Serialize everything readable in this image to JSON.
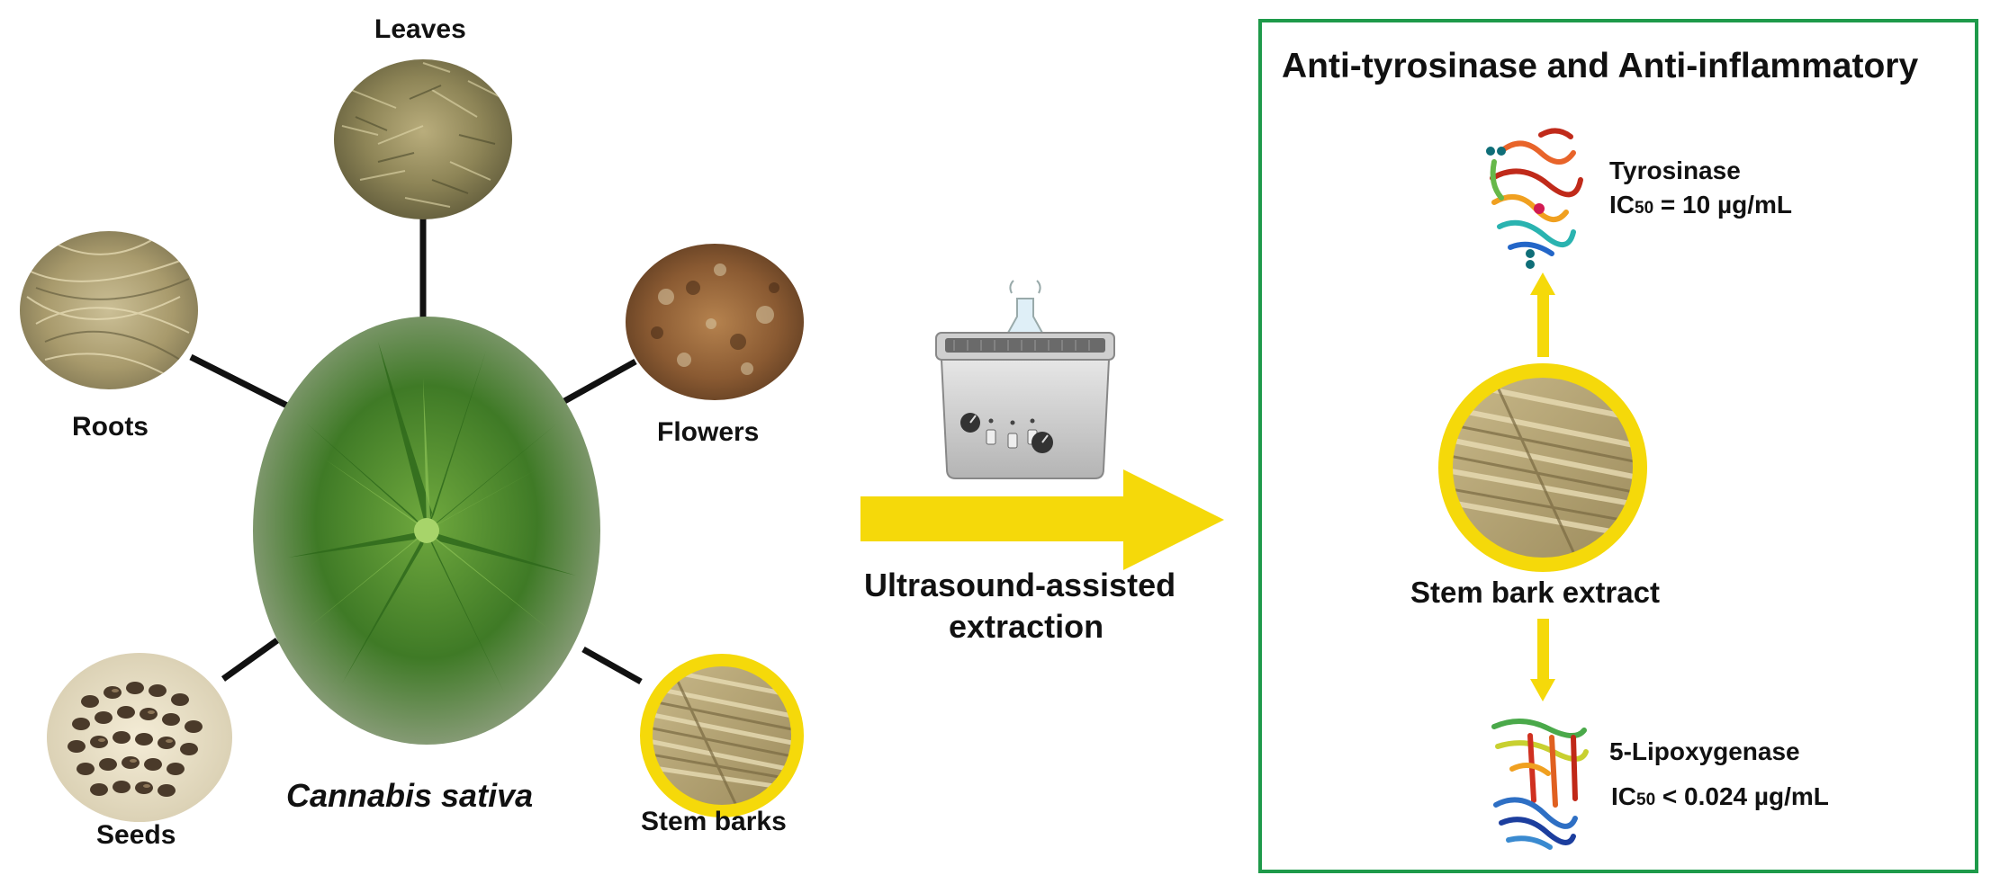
{
  "left": {
    "center_label": "Cannabis sativa",
    "parts": {
      "leaves": "Leaves",
      "roots": "Roots",
      "flowers": "Flowers",
      "seeds": "Seeds",
      "stem_barks": "Stem barks"
    }
  },
  "middle": {
    "process_line1": "Ultrasound-assisted",
    "process_line2": "extraction"
  },
  "right": {
    "title": "Anti-tyrosinase and Anti-inflammatory",
    "extract_label": "Stem bark extract",
    "tyrosinase": {
      "name": "Tyrosinase",
      "ic_prefix": "IC",
      "ic_sub": "50",
      "ic_value": " = 10 µg/mL"
    },
    "lipoxygenase": {
      "name": "5-Lipoxygenase",
      "ic_prefix": "IC",
      "ic_sub": "50",
      "ic_value": " < 0.024 µg/mL"
    }
  },
  "colors": {
    "accent_yellow": "#f5d90a",
    "panel_border": "#1e9a4a",
    "connector": "#111111"
  }
}
